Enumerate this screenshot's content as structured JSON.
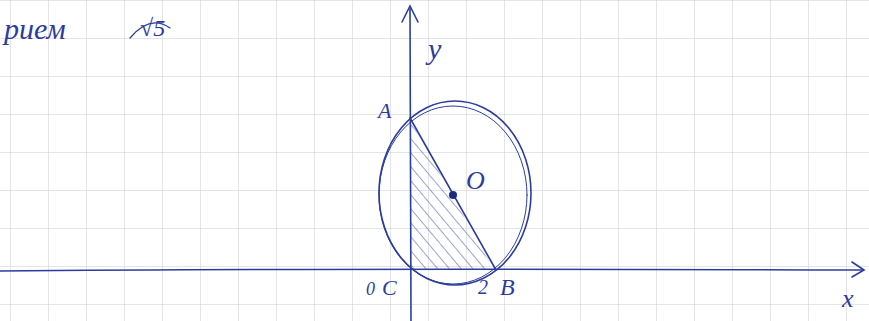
{
  "diagram": {
    "labels": [
      "рием",
      "√5",
      "y",
      "x",
      "A",
      "O",
      "0",
      "C",
      "2",
      "B"
    ]
  }
}
